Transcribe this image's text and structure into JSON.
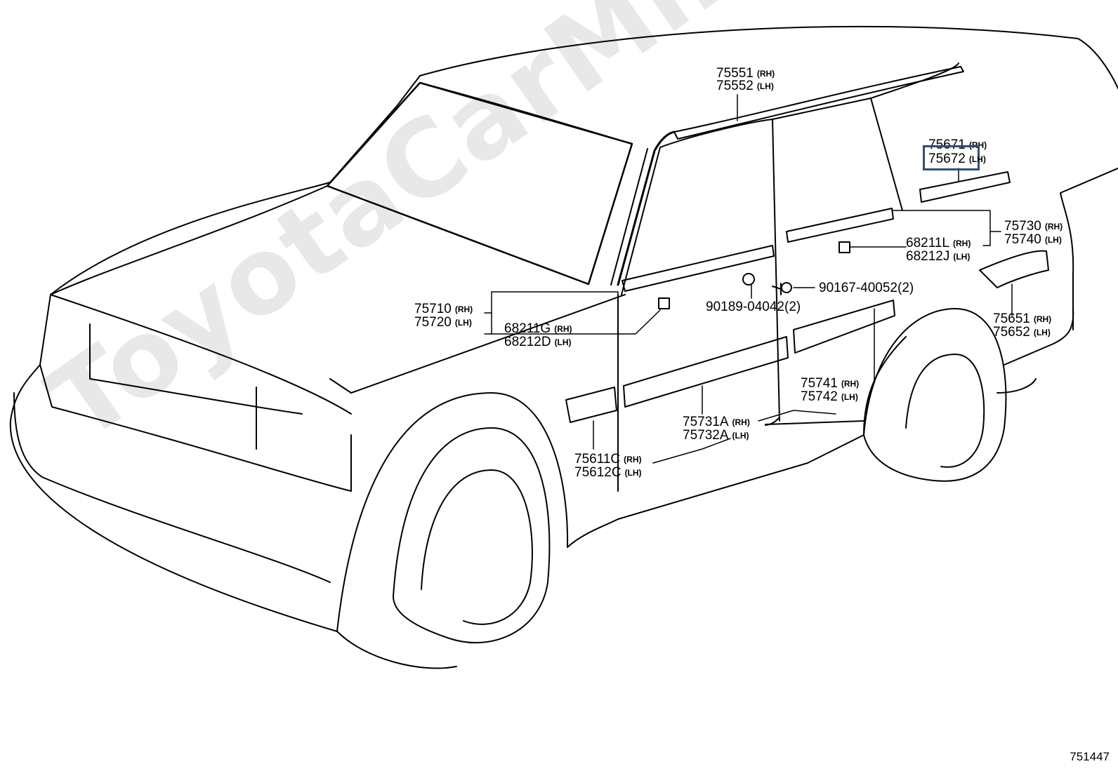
{
  "watermark": "ToyotaCarMine.ru",
  "diagram_id": "751447",
  "highlighted_part": "75672",
  "labels": {
    "roof_rh": "75551",
    "roof_lh": "75552",
    "qtr_rh": "75671",
    "qtr_lh": "75672",
    "rear_belt_rh": "75730",
    "rear_belt_lh": "75740",
    "clip_rear_rh": "68211L",
    "clip_rear_lh": "68212J",
    "screw": "90167-40052(2)",
    "nut": "90189-04042(2)",
    "front_belt_rh": "75710",
    "front_belt_lh": "75720",
    "clip_front_rh": "68211G",
    "clip_front_lh": "68212D",
    "rear_fender_rh": "75651",
    "rear_fender_lh": "75652",
    "rear_door_rh": "75741",
    "rear_door_lh": "75742",
    "front_door_rh": "75731A",
    "front_door_lh": "75732A",
    "front_fender_rh": "75611C",
    "front_fender_lh": "75612C"
  },
  "sides": {
    "rh": "(RH)",
    "lh": "(LH)"
  }
}
